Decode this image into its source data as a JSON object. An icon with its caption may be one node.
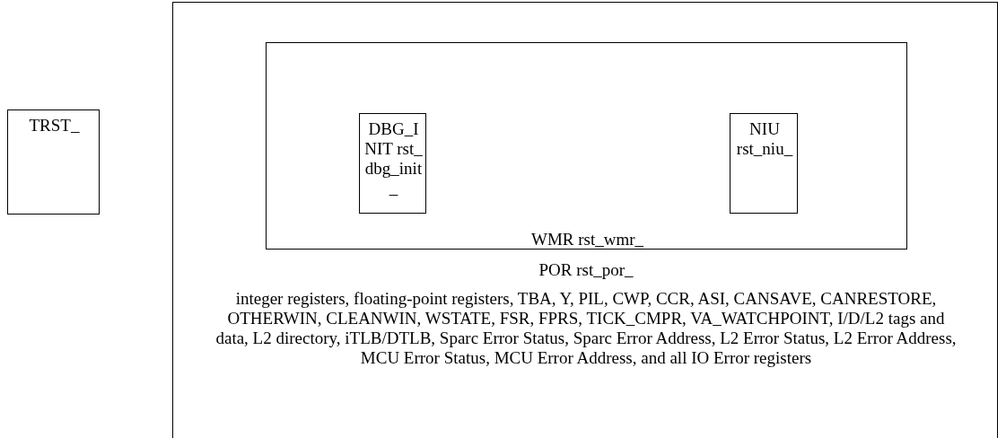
{
  "diagram": {
    "nodes": [
      {
        "text": [
          "TRST_"
        ]
      },
      {
        "text": [
          "POR rst_por_",
          "integer registers, floating-point registers, TBA, Y, PIL, CWP, CCR, ASI, CANSAVE, CANRESTORE, OTHERWIN, CLEANWIN, WSTATE, FSR, FPRS, TICK_CMPR, VA_WATCHPOINT, I/D/L2 tags and data, L2 directory, iTLB/DTLB, Sparc Error Status, Sparc Error Address, L2 Error Status, L2 Error Address, MCU Error Status, MCU Error Address, and all IO Error registers"
        ]
      },
      {
        "text": [
          "WMR rst_wmr_"
        ],
        "in": 1
      },
      {
        "text": [
          "DBG_INIT rst_dbg_init_"
        ],
        "in": 2
      },
      {
        "text": [
          "NIU rst_niu_"
        ],
        "in": 2
      }
    ]
  }
}
